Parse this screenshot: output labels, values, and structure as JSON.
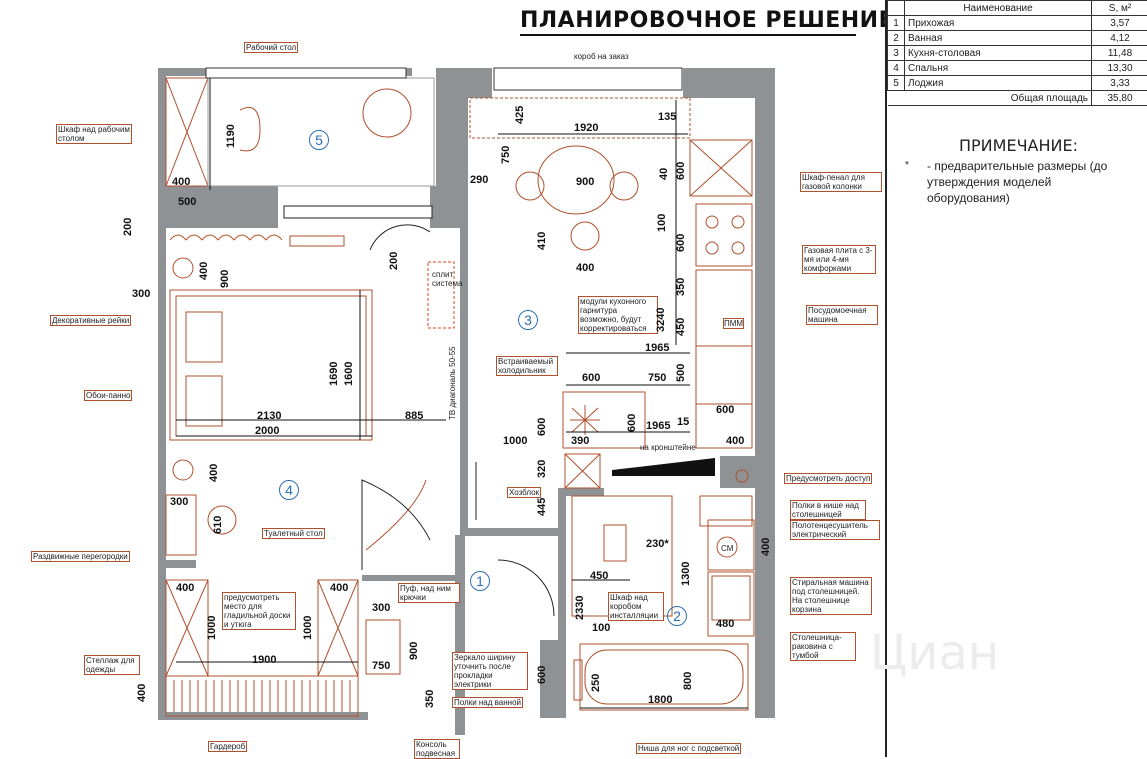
{
  "title": "ПЛАНИРОВОЧНОЕ РЕШЕНИЕ",
  "table": {
    "headers": [
      "Наименование",
      "S, м²"
    ],
    "rows": [
      {
        "num": "1",
        "name": "Прихожая",
        "area": "3,57"
      },
      {
        "num": "2",
        "name": "Ванная",
        "area": "4,12"
      },
      {
        "num": "3",
        "name": "Кухня-столовая",
        "area": "11,48"
      },
      {
        "num": "4",
        "name": "Спальня",
        "area": "13,30"
      },
      {
        "num": "5",
        "name": "Лоджия",
        "area": "3,33"
      }
    ],
    "total_label": "Общая площадь",
    "total_value": "35,80"
  },
  "note": {
    "title": "ПРИМЕЧАНИЕ:",
    "star": "*",
    "text": "- предварительные размеры (до утверждения моделей оборудования)"
  },
  "rooms": [
    "1",
    "2",
    "3",
    "4",
    "5"
  ],
  "callouts": {
    "desk": "Рабочий стол",
    "box": "короб на заказ",
    "wardrobe_desk": "Шкаф над рабочим столом",
    "pencil_case": "Шкаф-пенал для газовой колонки",
    "gas_stove": "Газовая плита с 3-мя или 4-мя комфорками",
    "dishwasher": "Посудомоечная машина",
    "decor_slats": "Декоративные рейки",
    "wall_panel": "Обои-панно",
    "kitchen_modules": "модули кухонного гарнитура возможно, будут корректироваться",
    "fridge": "Встраиваемый холодильник",
    "hozblok": "Хозблок",
    "access": "Предусмотреть доступ",
    "niche_shelves": "Полки в нише над столешницей",
    "towel_dryer": "Полотенцесушитель электрический",
    "vanity": "Туалетный стол",
    "partitions": "Раздвижные перегородки",
    "ironing": "предусмотреть место для гладильной доски и утюга",
    "pouf": "Пуф, над ним крючки",
    "box_cabinet": "Шкаф над коробом инсталляции",
    "washer": "Стиральная машина под столешницей. На столешнице корзина",
    "sink_top": "Столешница-раковина с тумбой",
    "mirror": "Зеркало ширину уточнить после прокладки электрики",
    "rack": "Стеллаж для одежды",
    "bath_shelves": "Полки над ванной",
    "wardrobe": "Гардероб",
    "console": "Консоль подвесная",
    "foot_niche": "Ниша для ног с подсветкой",
    "split": "сплит система",
    "tv": "ТВ диагональ 50-55",
    "bracket": "на кронштейне",
    "pmm": "ПММ",
    "sm": "СМ"
  },
  "dims": {
    "d1190": "1190",
    "d400a": "400",
    "d500": "500",
    "d425": "425",
    "d1920": "1920",
    "d135": "135",
    "d750a": "750",
    "d290": "290",
    "d900": "900",
    "d40": "40",
    "d600a": "600",
    "d100": "100",
    "d410": "410",
    "d400b": "400",
    "d600b": "600",
    "d3240": "3240",
    "d350": "350",
    "d450": "450",
    "d1965a": "1965",
    "d500b": "500",
    "d600c": "600",
    "d750b": "750",
    "d15": "15",
    "d600d": "600",
    "d1965b": "1965",
    "d1000a": "1000",
    "d390": "390",
    "d400c": "400",
    "d600e": "600",
    "d600f": "600",
    "d320": "320",
    "d445": "445",
    "d200a": "200",
    "d200b": "200",
    "d400d": "400",
    "d900b": "900",
    "d300a": "300",
    "d1690": "1690",
    "d1600": "1600",
    "d2130": "2130",
    "d2000": "2000",
    "d885": "885",
    "d400e": "400",
    "d300b": "300",
    "d610": "610",
    "d230": "230*",
    "d450b": "450",
    "d1300": "1300",
    "d400f": "400",
    "d2330": "2330",
    "d100b": "100",
    "d480": "480",
    "d400g": "400",
    "d1000b": "1000",
    "d400h": "400",
    "d1000c": "1000",
    "d1900": "1900",
    "d300c": "300",
    "d900c": "900",
    "d750c": "750",
    "d350b": "350",
    "d400i": "400",
    "d600g": "600",
    "d250": "250",
    "d1800": "1800",
    "d800": "800"
  },
  "watermark": "Циан"
}
